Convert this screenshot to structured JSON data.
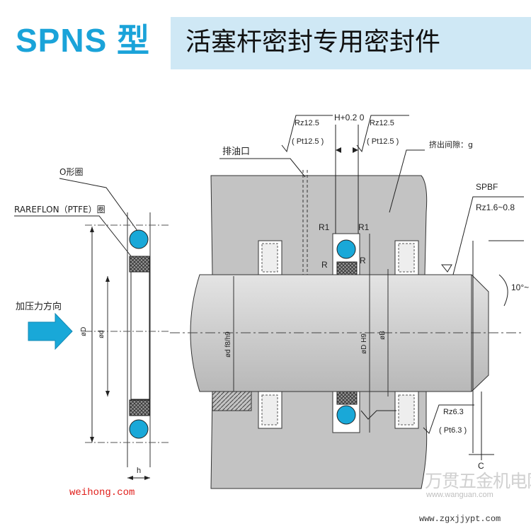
{
  "header": {
    "model": "SPNS 型",
    "title": "活塞杆密封专用密封件"
  },
  "labels": {
    "o_ring": "O形圈",
    "rareflon": "RAREFLON（PTFE）圈",
    "pressure_dir": "加压力方向",
    "drain_port": "排油口",
    "rz_left": "Rz12.5",
    "pt_left": "( Pt12.5 )",
    "rz_right": "Rz12.5",
    "pt_right": "( Pt12.5 )",
    "h_tol": "H+0.2 0",
    "extrusion_gap": "挤出间隙：g",
    "spbf": "SPBF",
    "rz_rod": "Rz1.6~0.8",
    "angle": "10°~",
    "r1_left": "R1",
    "r1_right": "R1",
    "r_left": "R",
    "r_right": "R",
    "rod_dia": "ød f8/h9",
    "groove_dia": "øD H9",
    "bore_dia": "øB",
    "rz_bottom": "Rz6.3",
    "pt_bottom": "( Pt6.3 )",
    "chamfer": "C",
    "outer_dia": "øD",
    "inner_dia": "ød",
    "width": "h"
  },
  "watermarks": {
    "left": "weihong.com",
    "cn": "万贯五金机电网",
    "en": "www.wanguan.com",
    "url": "www.zgxjjypt.com"
  },
  "colors": {
    "accent": "#1aa3d9",
    "band": "#cfe8f5",
    "oring": "#19a8d8",
    "body_gray": "#c3c3c3",
    "rod_gray": "#cfcfcf"
  }
}
